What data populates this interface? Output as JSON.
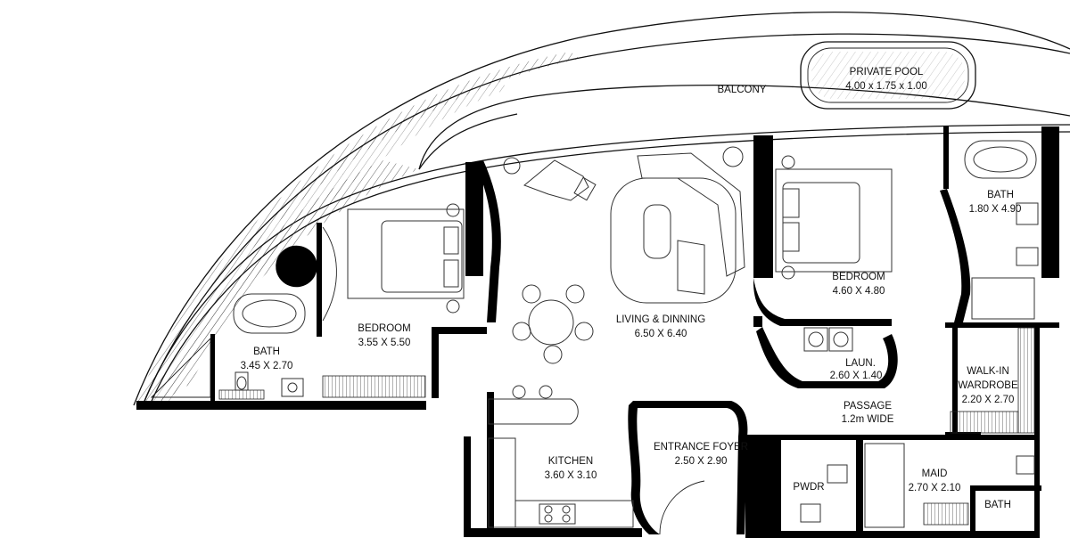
{
  "rooms": {
    "balcony": {
      "name": "BALCONY"
    },
    "pool": {
      "name": "PRIVATE POOL",
      "dims": "4.00 x 1.75 x 1.00"
    },
    "bath_left": {
      "name": "BATH",
      "dims": "3.45 X 2.70"
    },
    "bedroom_left": {
      "name": "BEDROOM",
      "dims": "3.55 X 5.50"
    },
    "living": {
      "name": "LIVING & DINNING",
      "dims": "6.50 X 6.40"
    },
    "bedroom_right": {
      "name": "BEDROOM",
      "dims": "4.60 X 4.80"
    },
    "bath_right": {
      "name": "BATH",
      "dims": "1.80 X 4.90"
    },
    "laundry": {
      "name": "LAUN.",
      "dims": "2.60 X 1.40"
    },
    "passage": {
      "name": "PASSAGE",
      "dims": "1.2m WIDE"
    },
    "wardrobe": {
      "name": "WALK-IN",
      "name2": "WARDROBE",
      "dims": "2.20 X 2.70"
    },
    "kitchen": {
      "name": "KITCHEN",
      "dims": "3.60 X 3.10"
    },
    "foyer": {
      "name": "ENTRANCE FOYER",
      "dims": "2.50 X 2.90"
    },
    "powder": {
      "name": "PWDR"
    },
    "maid": {
      "name": "MAID",
      "dims": "2.70 X 2.10"
    },
    "maid_bath": {
      "name": "BATH"
    }
  },
  "icons": [
    "bed-icon",
    "bathtub-icon",
    "piano-icon",
    "sofa-icon",
    "dining-table-icon",
    "washing-machine-icon",
    "plant-icon",
    "toilet-icon",
    "sink-icon",
    "stove-icon"
  ]
}
